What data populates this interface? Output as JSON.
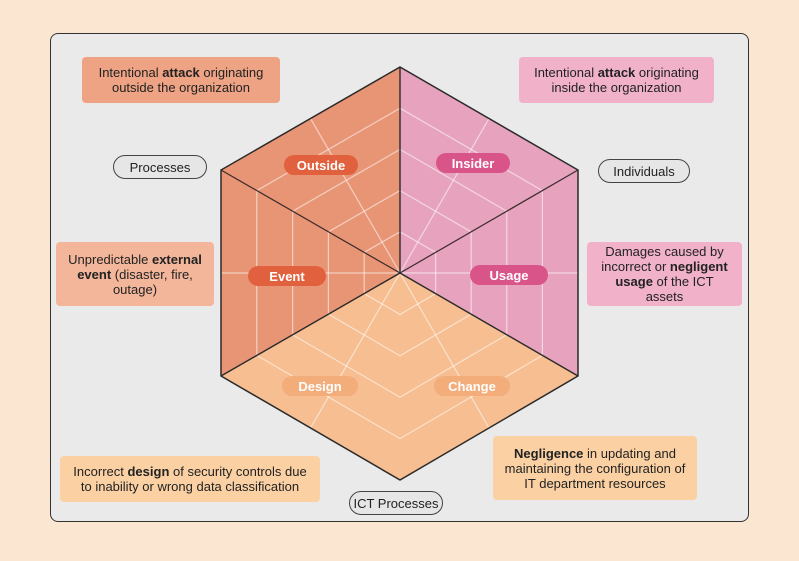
{
  "segments": {
    "outside": "Outside",
    "insider": "Insider",
    "event": "Event",
    "usage": "Usage",
    "design": "Design",
    "change": "Change"
  },
  "axes": {
    "processes": "Processes",
    "individuals": "Individuals",
    "ict_processes": "ICT Processes"
  },
  "callouts": {
    "outside_attack": {
      "pre": "Intentional ",
      "bold": "attack",
      "post": " originating outside the organization"
    },
    "inside_attack": {
      "pre": "Intentional ",
      "bold": "attack",
      "post": " originating inside the organization"
    },
    "external_event": {
      "pre": "Unpredictable ",
      "bold": "external event",
      "post": " (disaster, fire, outage)"
    },
    "negligent_usage": {
      "pre": "Damages caused by incorrect or ",
      "bold": "negligent usage",
      "post": " of the ICT assets"
    },
    "design": {
      "pre": "Incorrect ",
      "bold": "design",
      "post": " of security controls due to inability or wrong data classification"
    },
    "negligence": {
      "pre": "",
      "bold": "Negligence",
      "post": " in updating and maintaining the configuration of IT department resources"
    }
  },
  "colors": {
    "background": "#fbe6d2",
    "panel": "#eaeaea",
    "outside_face": "#e89576",
    "insider_face": "#e7a3bd",
    "bottom_face": "#f6be91",
    "outside_label": "#e1613f",
    "insider_label": "#d95589",
    "bottom_label": "#f2ad7a"
  }
}
